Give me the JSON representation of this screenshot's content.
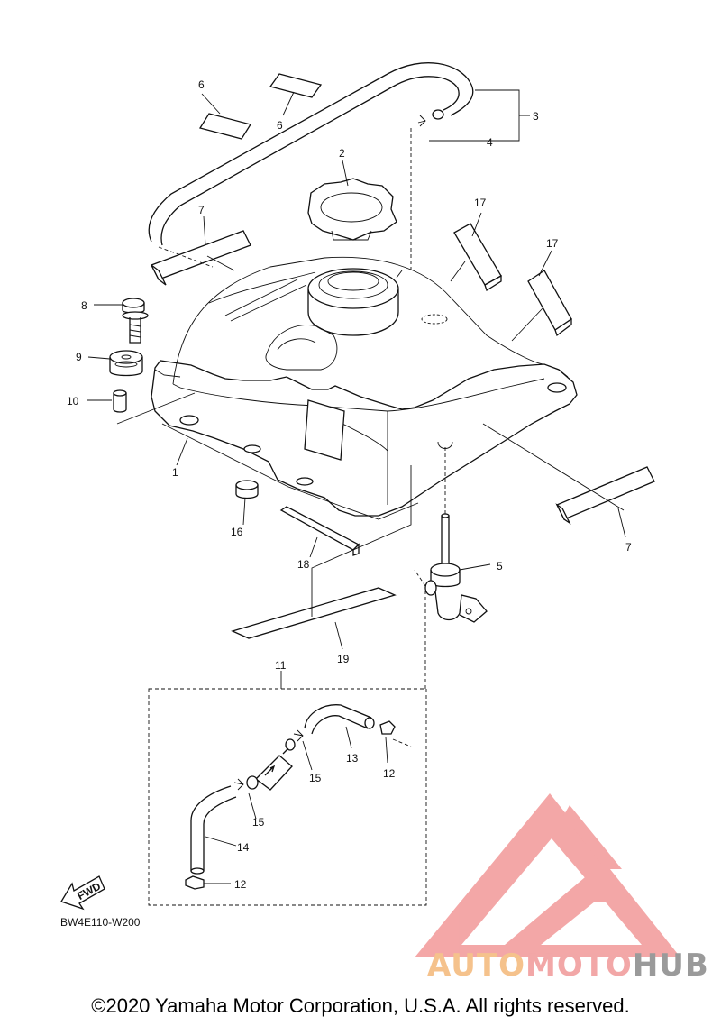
{
  "diagram": {
    "part_labels": {
      "p1": "1",
      "p2": "2",
      "p3": "3",
      "p4": "4",
      "p5": "5",
      "p6a": "6",
      "p6b": "6",
      "p7a": "7",
      "p7b": "7",
      "p8": "8",
      "p9": "9",
      "p10": "10",
      "p11": "11",
      "p12a": "12",
      "p12b": "12",
      "p13": "13",
      "p14": "14",
      "p15a": "15",
      "p15b": "15",
      "p16": "16",
      "p17a": "17",
      "p17b": "17",
      "p18": "18",
      "p19": "19"
    },
    "fwd_label": "FWD",
    "diagram_code": "BW4E110-W200"
  },
  "watermark": {
    "part1": "AUTO",
    "part2": "MOTO",
    "part3": "HUB",
    "colors": {
      "auto": "#f5c28c",
      "moto": "#f2a7a7",
      "hub": "#9a9a9a",
      "logo": "#f08a8a"
    }
  },
  "footer": {
    "copyright": "©2020 Yamaha Motor Corporation, U.S.A. All rights reserved."
  }
}
